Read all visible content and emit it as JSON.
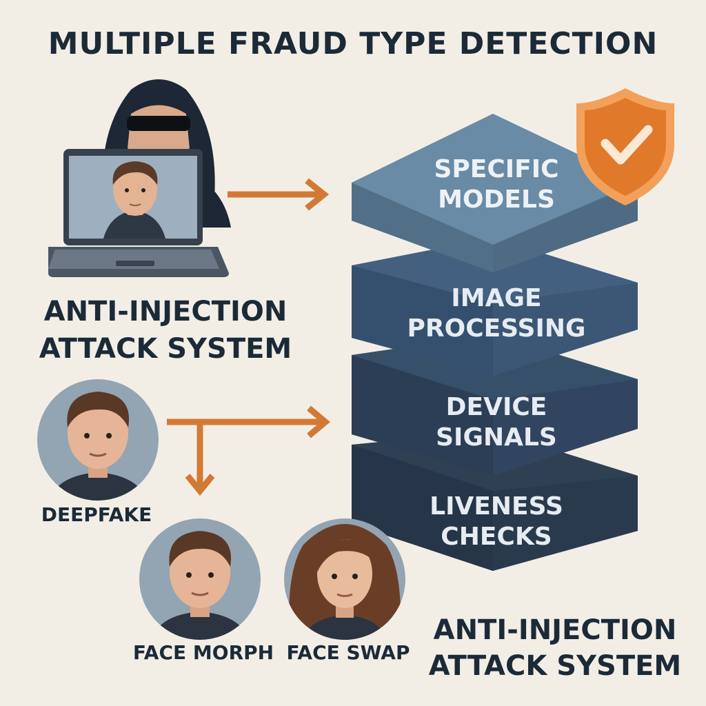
{
  "title": "MULTIPLE FRAUD TYPE DETECTION",
  "left_caption": [
    "ANTI-INJECTION",
    "ATTACK SYSTEM"
  ],
  "right_caption": [
    "ANTI-INJECTION",
    "ATTACK SYSTEM"
  ],
  "faces": {
    "deepfake": "DEEPFAKE",
    "face_morph": "FACE MORPH",
    "face_swap": "FACE SWAP"
  },
  "layers": [
    {
      "line1": "SPECIFIC",
      "line2": "MODELS"
    },
    {
      "line1": "IMAGE",
      "line2": "PROCESSING"
    },
    {
      "line1": "DEVICE",
      "line2": "SIGNALS"
    },
    {
      "line1": "LIVENESS",
      "line2": "CHECKS"
    }
  ],
  "colors": {
    "background": "#f2eee6",
    "arrow": "#d27a35",
    "shield": "#e07a2a",
    "text_dark": "#1c2a38"
  },
  "icons": [
    "hacker-icon",
    "laptop-icon",
    "shield-check-icon"
  ]
}
